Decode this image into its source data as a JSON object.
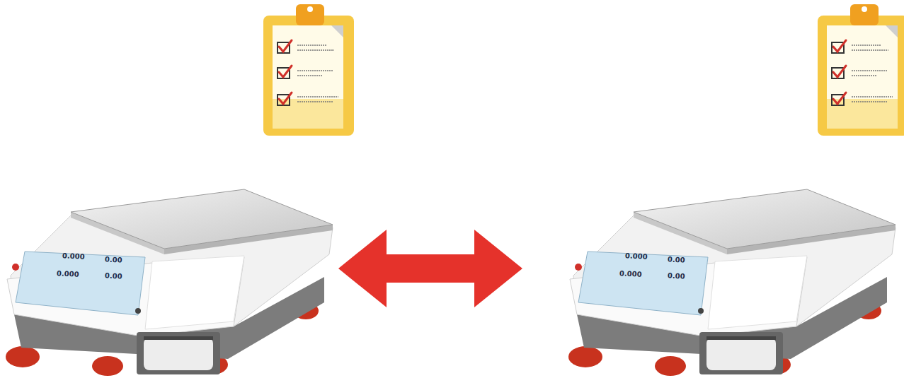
{
  "diagram": {
    "nodes": [
      {
        "text": [
          "0.000",
          "0.00",
          "0.000",
          "0.00"
        ]
      },
      {
        "text": [
          "0.000",
          "0.00",
          "0.000",
          "0.00"
        ]
      }
    ],
    "edges": [
      {
        "from": 0,
        "to": 1,
        "arrow": "both"
      }
    ]
  }
}
